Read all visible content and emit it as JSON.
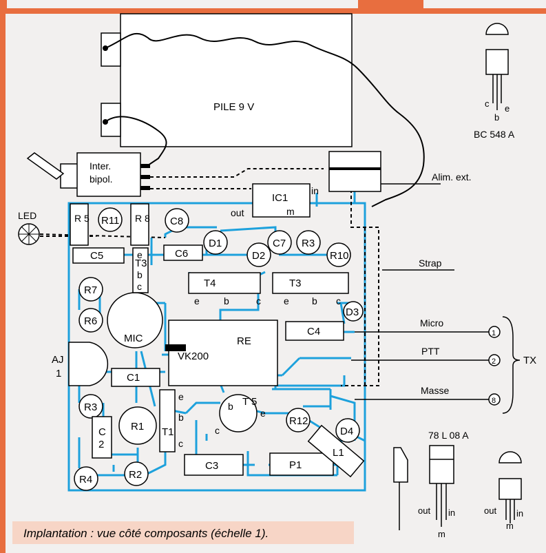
{
  "caption": "Implantation : vue côté composants (échelle 1).",
  "battery": {
    "label": "PILE 9 V"
  },
  "switch": {
    "line1": "Inter.",
    "line2": "bipol."
  },
  "led": {
    "label": "LED"
  },
  "ext_power": {
    "label": "Alim. ext."
  },
  "strap": {
    "label": "Strap"
  },
  "tx_group": {
    "label": "TX"
  },
  "connections": [
    {
      "label": "Micro",
      "pin": "1"
    },
    {
      "label": "PTT",
      "pin": "2"
    },
    {
      "label": "Masse",
      "pin": "8"
    }
  ],
  "components": {
    "R5": "R 5",
    "R11": "R11",
    "R8": "R 8",
    "C8": "C8",
    "IC1": "IC1",
    "IC1_out": "out",
    "IC1_in": "in",
    "IC1_m": "m",
    "D1": "D1",
    "C7": "C7",
    "R3a": "R3",
    "C5": "C5",
    "T3a_label": "T3",
    "C6": "C6",
    "D2": "D2",
    "R10": "R10",
    "T4": "T4",
    "T3b": "T3",
    "R7": "R7",
    "R6": "R6",
    "D3": "D3",
    "C4": "C4",
    "MIC": "MIC",
    "RE": "RE",
    "VK200": "VK200",
    "AJ1a": "AJ",
    "AJ1b": "1",
    "C1": "C1",
    "R3b": "R3",
    "R1": "R1",
    "T1": "T1",
    "T5": "T 5",
    "R12": "R12",
    "D4": "D4",
    "C2a": "C",
    "C2b": "2",
    "L1": "L1",
    "C3": "C3",
    "P1": "P1",
    "R4": "R4",
    "R2": "R2"
  },
  "pins": {
    "e": "e",
    "b": "b",
    "c": "c"
  },
  "transistor_bc548": {
    "label": "BC 548 A"
  },
  "regulator_78l08": {
    "label": "78 L 08 A",
    "out": "out",
    "in": "in",
    "m": "m"
  }
}
